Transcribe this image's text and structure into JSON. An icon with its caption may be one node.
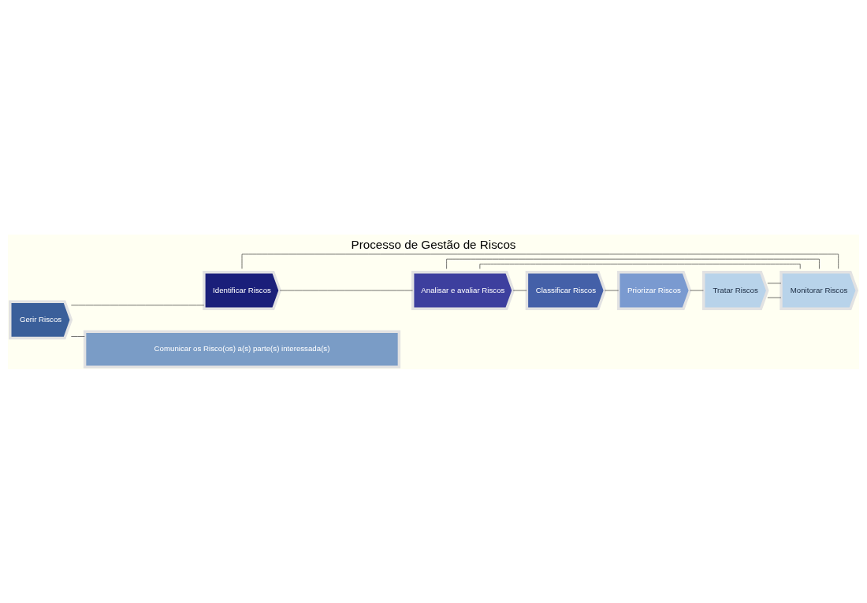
{
  "diagram": {
    "title": "Processo de Gestão de Riscos",
    "nodes": [
      {
        "text": [
          "Gerir Riscos"
        ]
      },
      {
        "text": [
          "Identificar Riscos"
        ]
      },
      {
        "text": [
          "Analisar e avaliar Riscos"
        ]
      },
      {
        "text": [
          "Classificar Riscos"
        ]
      },
      {
        "text": [
          "Priorizar Riscos"
        ]
      },
      {
        "text": [
          "Tratar Riscos"
        ]
      },
      {
        "text": [
          "Monitorar Riscos"
        ]
      },
      {
        "text": [
          "Comunicar os Risco(os) a(s) parte(s) interessada(s)"
        ]
      }
    ],
    "edges": [
      {
        "from": 0,
        "to": 1,
        "arrow": "none"
      },
      {
        "from": 0,
        "to": 7,
        "arrow": "none"
      },
      {
        "from": 1,
        "to": 2,
        "arrow": "none"
      },
      {
        "from": 2,
        "to": 3,
        "arrow": "none"
      },
      {
        "from": 3,
        "to": 4,
        "arrow": "none"
      },
      {
        "from": 4,
        "to": 5,
        "arrow": "none"
      },
      {
        "from": 5,
        "to": 6,
        "arrow": "none"
      },
      {
        "from": 2,
        "to": 6,
        "arrow": "none"
      },
      {
        "from": 1,
        "to": 6,
        "arrow": "none"
      },
      {
        "from": 2,
        "to": 6,
        "arrow": "none"
      },
      {
        "from": 5,
        "to": 6,
        "arrow": "none"
      }
    ]
  }
}
